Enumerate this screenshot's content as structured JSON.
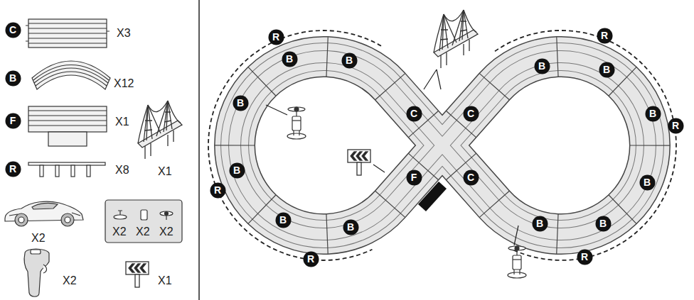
{
  "diagram": {
    "nodes": [
      {
        "text": [
          "C"
        ]
      },
      {
        "text": [
          "B"
        ]
      },
      {
        "text": [
          "F"
        ]
      },
      {
        "text": [
          "R"
        ]
      },
      {
        "text": [
          "R"
        ]
      },
      {
        "text": [
          "R"
        ]
      },
      {
        "text": [
          "B"
        ]
      },
      {
        "text": [
          "B"
        ]
      },
      {
        "text": [
          "B"
        ]
      },
      {
        "text": [
          "B"
        ]
      },
      {
        "text": [
          "C"
        ]
      },
      {
        "text": [
          "C"
        ]
      },
      {
        "text": [
          "B"
        ]
      },
      {
        "text": [
          "B"
        ]
      },
      {
        "text": [
          "R"
        ]
      },
      {
        "text": [
          "B"
        ]
      },
      {
        "text": [
          "F"
        ]
      },
      {
        "text": [
          "C"
        ]
      },
      {
        "text": [
          "B"
        ]
      },
      {
        "text": [
          "R"
        ]
      },
      {
        "text": [
          "B"
        ]
      },
      {
        "text": [
          "B"
        ]
      },
      {
        "text": [
          "B"
        ]
      },
      {
        "text": [
          "B"
        ]
      },
      {
        "text": [
          "R"
        ]
      },
      {
        "text": [
          "R"
        ]
      }
    ],
    "labels": [
      "X3",
      "X12",
      "X1",
      "X8",
      "X1",
      "X2",
      "X2",
      "X2",
      "X2",
      "X2",
      "X1"
    ]
  }
}
